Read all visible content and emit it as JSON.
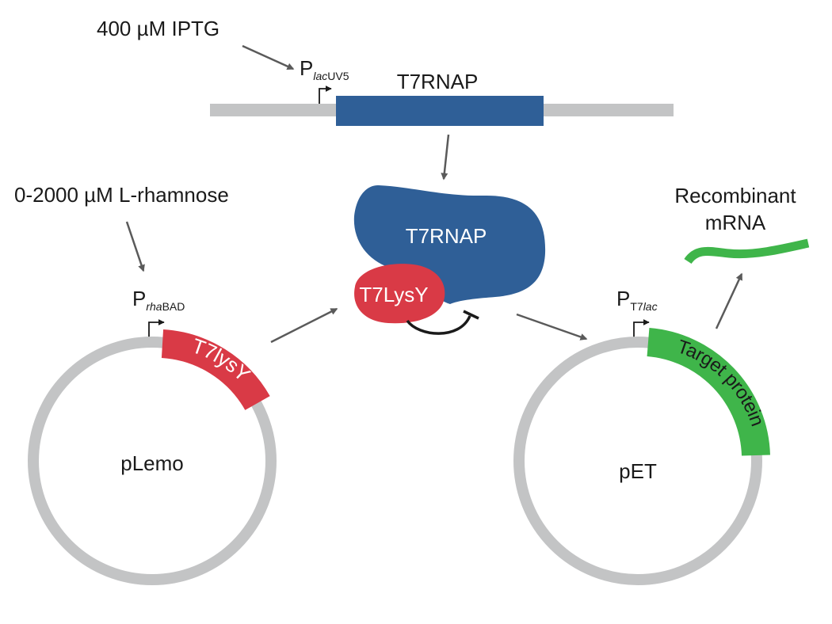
{
  "colors": {
    "gray": "#c3c4c5",
    "blue": "#2f5f97",
    "red": "#d93a46",
    "green": "#3fb54a",
    "arrow": "#5a5a5a",
    "text": "#1a1a1a"
  },
  "labels": {
    "iptg": "400 µM IPTG",
    "rhamnose": "0-2000 µM L-rhamnose",
    "recombinant_line1": "Recombinant",
    "recombinant_line2": "mRNA",
    "t7rnap_gene": "T7RNAP",
    "t7rnap_protein": "T7RNAP",
    "t7lysy_protein": "T7LysY",
    "t7lysy_gene": "T7lysY",
    "target_protein_gene": "Target protein",
    "plemo": "pLemo",
    "pet": "pET"
  },
  "promoters": {
    "lacuv5": {
      "main": "P",
      "sub_italic": "lac",
      "sub_plain": "UV5"
    },
    "rhabad": {
      "main": "P",
      "sub_italic": "rha",
      "sub_plain": "BAD"
    },
    "t7lac": {
      "main": "P",
      "sub_plain": "T7",
      "sub_italic": "lac"
    }
  }
}
